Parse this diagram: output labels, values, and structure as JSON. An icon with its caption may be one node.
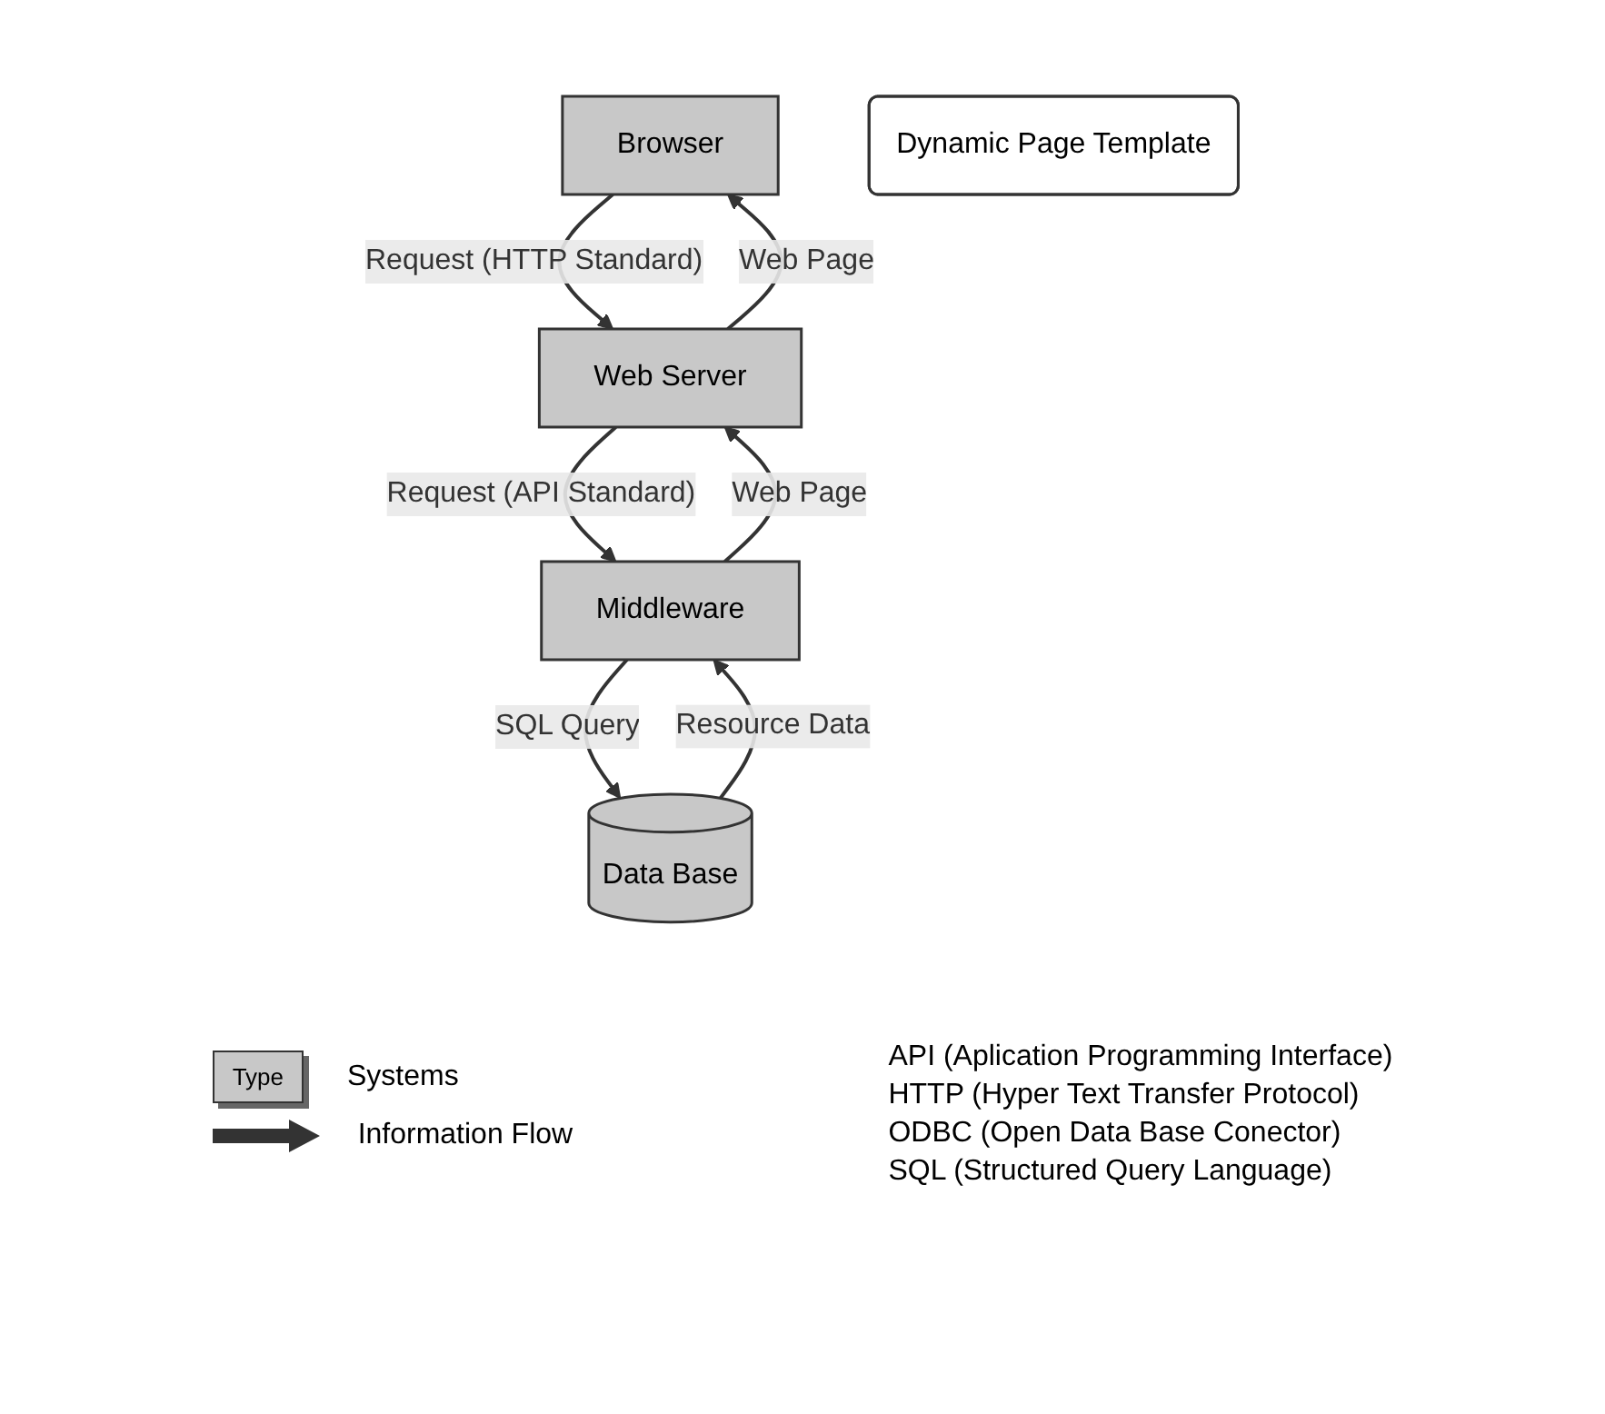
{
  "diagram": {
    "nodes": [
      {
        "text": [
          "Browser"
        ]
      },
      {
        "text": [
          "Web Server"
        ]
      },
      {
        "text": [
          "Dynamic Page Template"
        ]
      },
      {
        "text": [
          "Middleware"
        ]
      },
      {
        "text": [
          "Data Base"
        ]
      }
    ],
    "edges": [
      {
        "from": 0,
        "to": 1,
        "arrow": "to",
        "label": "Request (HTTP Standard)"
      },
      {
        "from": 1,
        "to": 0,
        "arrow": "to",
        "label": "Web Page"
      },
      {
        "from": 1,
        "to": 3,
        "arrow": "to",
        "label": "Request (API Standard)"
      },
      {
        "from": 3,
        "to": 1,
        "arrow": "to",
        "label": "Web Page"
      },
      {
        "from": 3,
        "to": 4,
        "arrow": "to",
        "label": "SQL Query"
      },
      {
        "from": 4,
        "to": 3,
        "arrow": "to",
        "label": "Resource Data"
      }
    ],
    "labels": [
      "Type",
      "API (Aplication Programming Interface)",
      "HTTP (Hyper Text Transfer Protocol)",
      "ODBC (Open Data Base Conector)",
      "SQL (Structured Query Language)"
    ],
    "legend": [
      {
        "text": "Systems"
      },
      {
        "text": "Information Flow"
      }
    ]
  }
}
